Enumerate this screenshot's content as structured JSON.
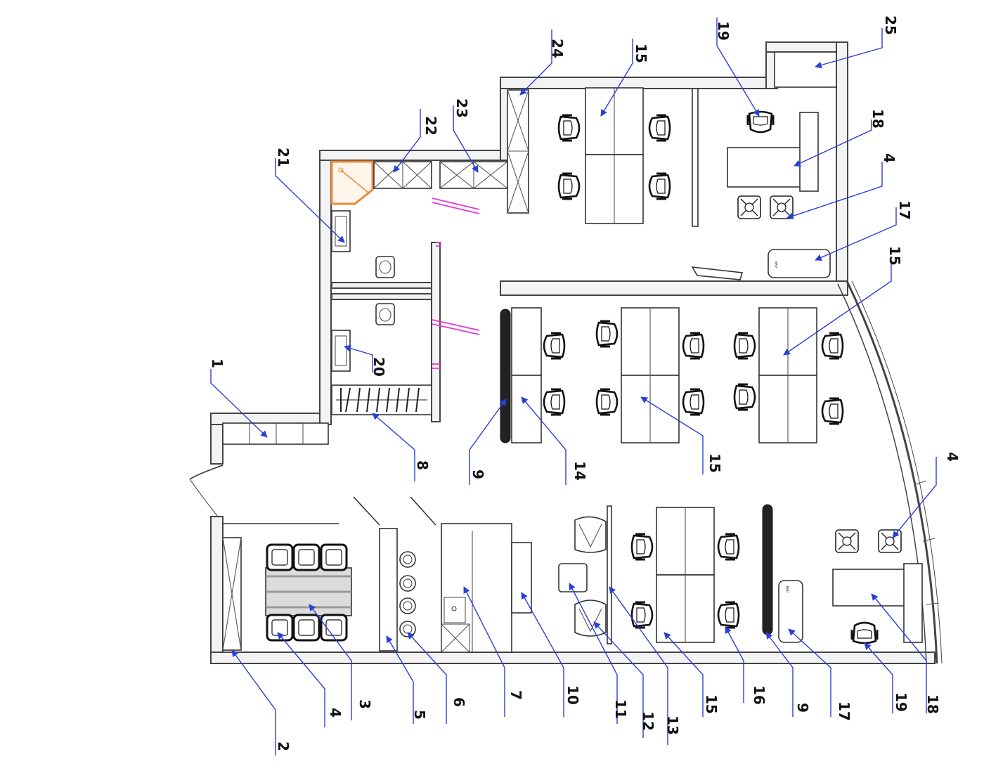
{
  "diagram": {
    "labels": [
      {
        "id": "label-1",
        "text": "1"
      },
      {
        "id": "label-2",
        "text": "2"
      },
      {
        "id": "label-3",
        "text": "3"
      },
      {
        "id": "label-4a",
        "text": "4"
      },
      {
        "id": "label-4b",
        "text": "4"
      },
      {
        "id": "label-4c",
        "text": "4"
      },
      {
        "id": "label-5",
        "text": "5"
      },
      {
        "id": "label-6",
        "text": "6"
      },
      {
        "id": "label-7",
        "text": "7"
      },
      {
        "id": "label-8",
        "text": "8"
      },
      {
        "id": "label-9a",
        "text": "9"
      },
      {
        "id": "label-9b",
        "text": "9"
      },
      {
        "id": "label-10",
        "text": "10"
      },
      {
        "id": "label-11",
        "text": "11"
      },
      {
        "id": "label-12",
        "text": "12"
      },
      {
        "id": "label-13",
        "text": "13"
      },
      {
        "id": "label-14",
        "text": "14"
      },
      {
        "id": "label-15a",
        "text": "15"
      },
      {
        "id": "label-15b",
        "text": "15"
      },
      {
        "id": "label-15c",
        "text": "15"
      },
      {
        "id": "label-15d",
        "text": "15"
      },
      {
        "id": "label-16",
        "text": "16"
      },
      {
        "id": "label-17a",
        "text": "17"
      },
      {
        "id": "label-17b",
        "text": "17"
      },
      {
        "id": "label-18a",
        "text": "18"
      },
      {
        "id": "label-18b",
        "text": "18"
      },
      {
        "id": "label-19a",
        "text": "19"
      },
      {
        "id": "label-19b",
        "text": "19"
      },
      {
        "id": "label-20",
        "text": "20"
      },
      {
        "id": "label-21",
        "text": "21"
      },
      {
        "id": "label-22",
        "text": "22"
      },
      {
        "id": "label-23",
        "text": "23"
      },
      {
        "id": "label-24",
        "text": "24"
      },
      {
        "id": "label-25",
        "text": "25"
      }
    ]
  },
  "colors": {
    "leader": "#2a3fd6",
    "partition": "#e23ad8",
    "shower": "#e98a3a",
    "walls": "#444444"
  }
}
